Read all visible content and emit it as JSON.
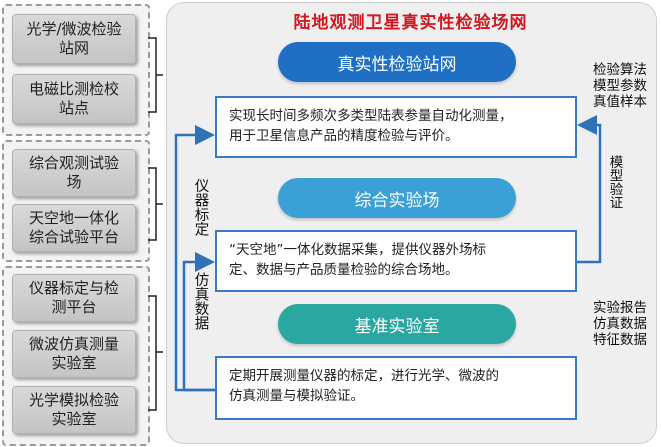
{
  "left_groups": [
    {
      "items": [
        {
          "label_lines": [
            "光学/微波检验",
            "站网"
          ]
        },
        {
          "label_lines": [
            "电磁比测检校",
            "站点"
          ]
        }
      ]
    },
    {
      "items": [
        {
          "label_lines": [
            "综合观测试验",
            "场"
          ]
        },
        {
          "label_lines": [
            "天空地一体化",
            "综合试验平台"
          ]
        }
      ]
    },
    {
      "items": [
        {
          "label_lines": [
            "仪器标定与检",
            "测平台"
          ]
        },
        {
          "label_lines": [
            "微波仿真测量",
            "实验室"
          ]
        },
        {
          "label_lines": [
            "光学模拟检验",
            "实验室"
          ]
        }
      ]
    }
  ],
  "panel": {
    "title": "陆地观测卫星真实性检验场网",
    "sections": [
      {
        "pill": "真实性检验站网",
        "desc_lines": [
          "实现长时间多频次多类型陆表参量自动化测量，",
          "用于卫星信息产品的精度检验与评价。"
        ]
      },
      {
        "pill": "综合实验场",
        "desc_lines": [
          "“天空地”一体化数据采集，提供仪器外场标",
          "定、数据与产品质量检验的综合场地。"
        ]
      },
      {
        "pill": "基准实验室",
        "desc_lines": [
          "定期开展测量仪器的标定，进行光学、微波的",
          "仿真测量与模拟验证。"
        ]
      }
    ],
    "left_labels": {
      "calibration": "仪器标定",
      "simulation": "仿真数据"
    },
    "right_labels": {
      "top": [
        "检验算法",
        "模型参数",
        "真值样本"
      ],
      "verify": "模型验证",
      "bottom": [
        "实验报告",
        "仿真数据",
        "特征数据"
      ]
    }
  },
  "colors": {
    "pill1": "#1f6fc4",
    "pill2": "#3aa0d6",
    "pill3": "#2aa7a0",
    "arrow": "#2f72b8",
    "title": "#d0191f"
  }
}
